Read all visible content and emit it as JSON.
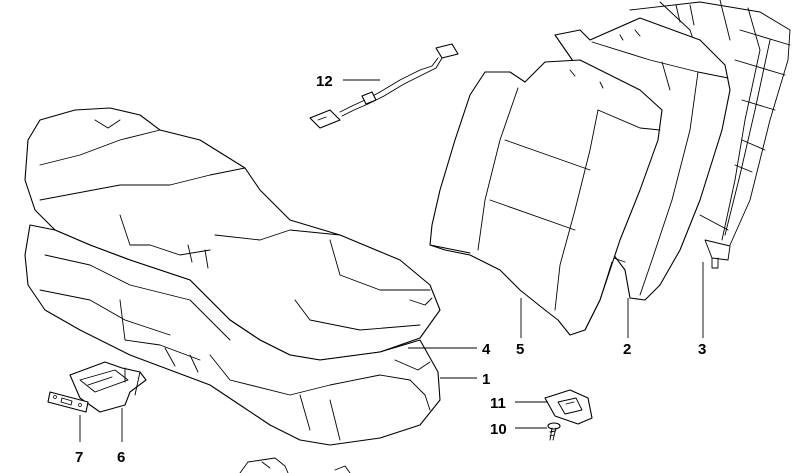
{
  "callouts": {
    "c1": "1",
    "c2": "2",
    "c3": "3",
    "c4": "4",
    "c5": "5",
    "c6": "6",
    "c7": "7",
    "c10": "10",
    "c11": "11",
    "c12": "12"
  },
  "colors": {
    "line": "#000000",
    "background": "#ffffff"
  }
}
